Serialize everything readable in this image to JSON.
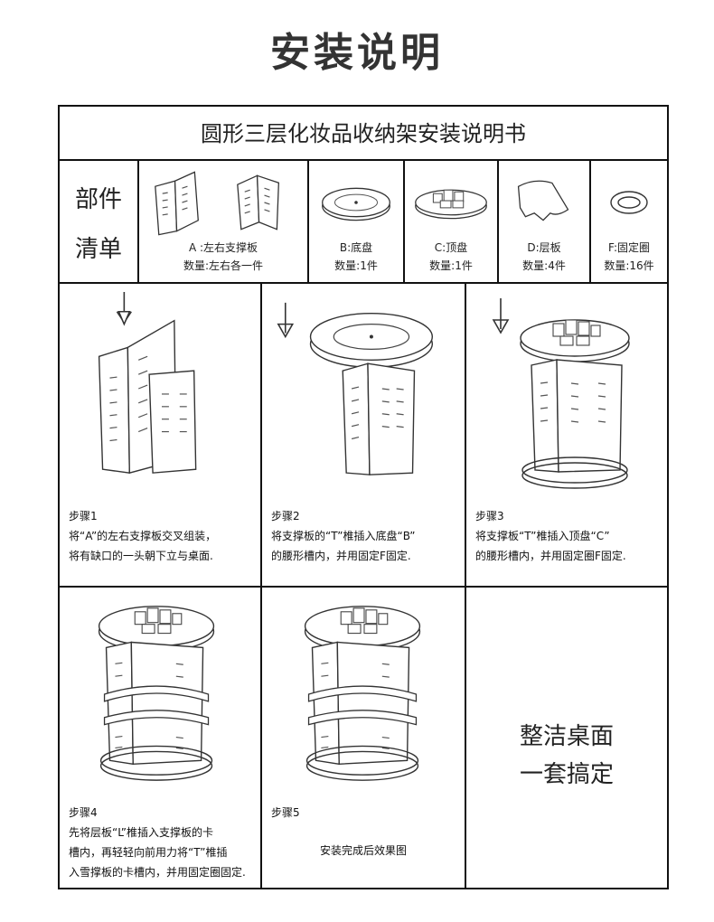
{
  "page_title": "安装说明",
  "doc_title": "圆形三层化妆品收纳架安装说明书",
  "parts_label": [
    "部件",
    "清单"
  ],
  "parts": [
    {
      "name": "A :左右支撑板",
      "qty": "数量:左右各一件"
    },
    {
      "name": "B:底盘",
      "qty": "数量:1件"
    },
    {
      "name": "C:顶盘",
      "qty": "数量:1件"
    },
    {
      "name": "D:层板",
      "qty": "数量:4件"
    },
    {
      "name": "F:固定圈",
      "qty": "数量:16件"
    }
  ],
  "steps": [
    {
      "num": "步骤1",
      "lines": [
        "将“A”的左右支撑板交叉组装，",
        "将有缺口的一头朝下立与桌面."
      ]
    },
    {
      "num": "步骤2",
      "lines": [
        "将支撑板的“T”椎插入底盘“B”",
        "的腰形槽内，并用固定F固定."
      ]
    },
    {
      "num": "步骤3",
      "lines": [
        "将支撑板“T”椎插入顶盘“C”",
        "的腰形槽内，并用固定圈F固定."
      ]
    },
    {
      "num": "步骤4",
      "lines": [
        "先将层板“L”椎插入支撑板的卡",
        "槽内，再轻轻向前用力将“T”椎插",
        "入雪撑板的卡槽内，并用固定圈固定."
      ]
    },
    {
      "num": "步骤5",
      "lines": [
        "安装完成后效果图"
      ]
    }
  ],
  "slogan": [
    "整洁桌面",
    "一套搞定"
  ]
}
